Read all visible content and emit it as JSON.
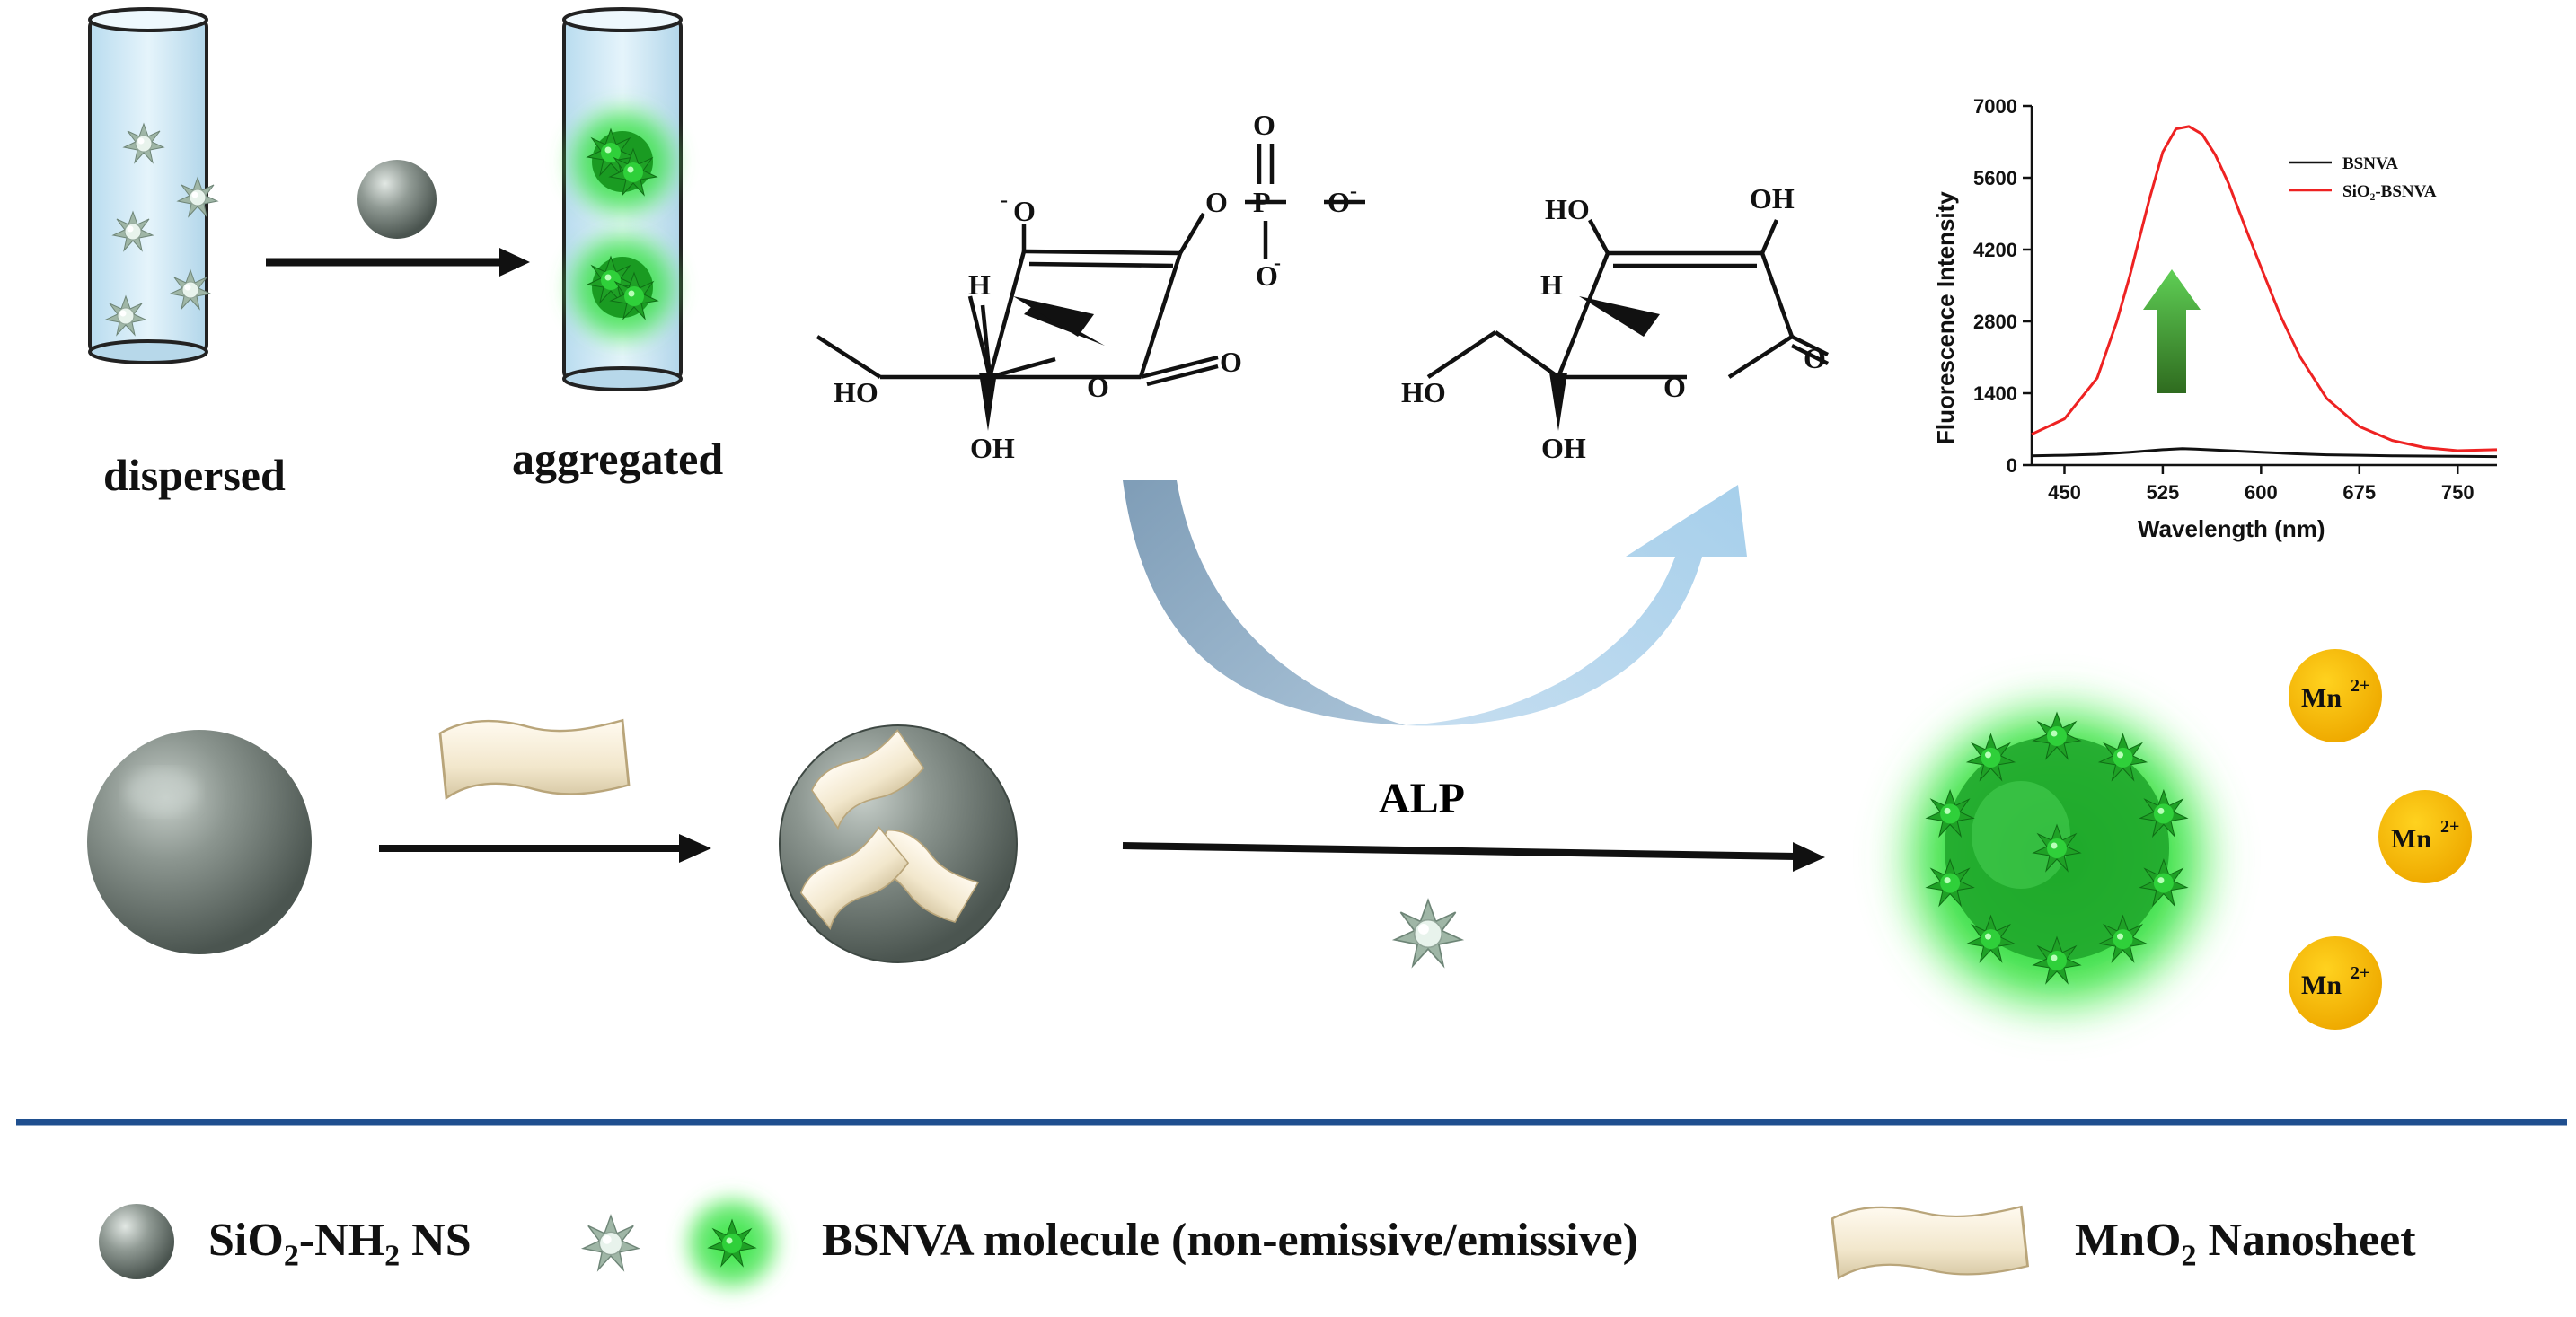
{
  "top": {
    "dispersed_label": "dispersed",
    "aggregated_label": "aggregated"
  },
  "molecule_left": {
    "o_minus_top": "O",
    "charge": "-",
    "o_ester": "O",
    "p": "P",
    "o_top": "O",
    "o_right": "O",
    "o_bottom": "O",
    "h": "H",
    "ho": "HO",
    "oh": "OH",
    "ring_o": "O",
    "carbonyl_o": "O"
  },
  "molecule_right": {
    "ho_top": "HO",
    "oh_top": "OH",
    "h": "H",
    "ho": "HO",
    "oh": "OH",
    "ring_o": "O",
    "carbonyl_o": "O"
  },
  "enzyme_label": "ALP",
  "mn_label": "Mn",
  "mn_charge": "2+",
  "legend": {
    "sio2_text": "SiO",
    "sio2_sub": "2",
    "sio2_text2": "-NH",
    "sio2_sub2": "2",
    "sio2_text3": " NS",
    "bsnva_text": "BSNVA molecule (non-emissive/emissive)",
    "mno2_text": "MnO",
    "mno2_sub": "2",
    "mno2_text2": " Nanosheet"
  },
  "colors": {
    "divider": "#1f4f8f",
    "emission_green": "#22dd33",
    "mn_gold": "#f2b200",
    "sphere_gray": "#7a847f",
    "nanosheet": "#f3e9cf",
    "arrow_dark": "#7d9bb5",
    "arrow_light": "#a9cde6",
    "series_bsnva": "#111111",
    "series_sio2": "#ee2222"
  },
  "chart_data": {
    "type": "line",
    "xlabel": "Wavelength (nm)",
    "ylabel": "Fluorescence Intensity",
    "xlim": [
      425,
      780
    ],
    "ylim": [
      0,
      7000
    ],
    "xticks": [
      450,
      525,
      600,
      675,
      750
    ],
    "yticks": [
      0,
      1400,
      2800,
      4200,
      5600,
      7000
    ],
    "legend_position": "top-right",
    "series": [
      {
        "name": "BSNVA",
        "color": "#111111",
        "x": [
          425,
          450,
          475,
          500,
          525,
          540,
          550,
          575,
          600,
          625,
          650,
          675,
          700,
          725,
          750,
          780
        ],
        "y": [
          180,
          190,
          210,
          250,
          300,
          320,
          310,
          280,
          250,
          220,
          200,
          190,
          180,
          175,
          170,
          165
        ]
      },
      {
        "name": "SiO₂-BSNVA",
        "color": "#ee2222",
        "x": [
          425,
          450,
          475,
          490,
          500,
          515,
          525,
          535,
          545,
          555,
          565,
          575,
          590,
          600,
          615,
          630,
          650,
          675,
          700,
          725,
          750,
          780
        ],
        "y": [
          600,
          900,
          1700,
          2800,
          3700,
          5200,
          6100,
          6550,
          6600,
          6450,
          6050,
          5500,
          4500,
          3850,
          2900,
          2100,
          1300,
          750,
          480,
          340,
          280,
          300
        ]
      }
    ]
  }
}
